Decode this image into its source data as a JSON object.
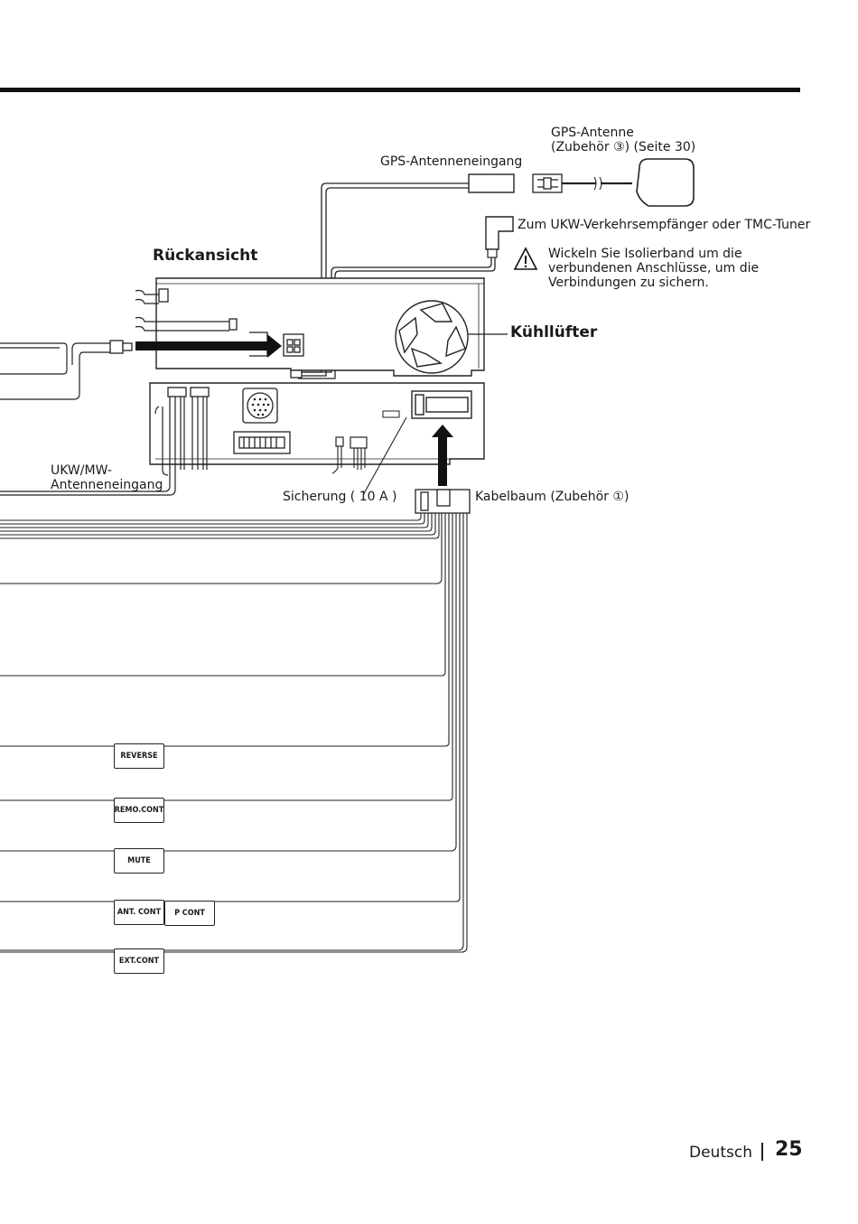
{
  "labels": {
    "gps_antenna": "GPS-Antenne",
    "gps_antenna_accessory": "(Zubehör ③) (Seite 30)",
    "gps_antenna_input": "GPS-Antenneneingang",
    "ukw_traffic": "Zum UKW-Verkehrsempfänger oder TMC-Tuner",
    "rear_view": "Rückansicht",
    "warning_line1": "Wickeln Sie Isolierband um die",
    "warning_line2": "verbundenen Anschlüsse, um die",
    "warning_line3": "Verbindungen zu sichern.",
    "cooling_fan": "Kühllüfter",
    "am_fm_line1": "UKW/MW-",
    "am_fm_line2": "Antenneneingang",
    "fuse": "Sicherung ( 10 A )",
    "harness": "Kabelbaum (Zubehör ①)"
  },
  "connector_tags": {
    "reverse": "REVERSE",
    "remo_cont": "REMO.CONT",
    "mute": "MUTE",
    "ant_cont": "ANT. CONT",
    "p_cont": "P CONT",
    "ext_cont": "EXT.CONT"
  },
  "footer": {
    "language": "Deutsch",
    "page_number": "25"
  }
}
